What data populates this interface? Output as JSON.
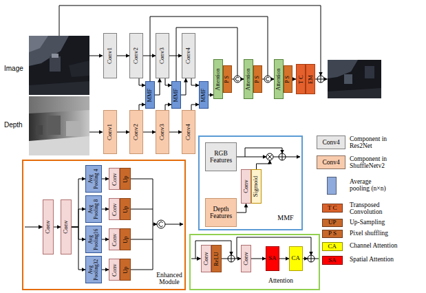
{
  "diagram": {
    "nodes": [
      {
        "text": [
          "Conv1"
        ]
      },
      {
        "text": [
          "Conv2"
        ]
      },
      {
        "text": [
          "Conv3"
        ]
      },
      {
        "text": [
          "Conv4"
        ]
      },
      {
        "text": [
          "Conv1"
        ]
      },
      {
        "text": [
          "Conv2"
        ]
      },
      {
        "text": [
          "Conv3"
        ]
      },
      {
        "text": [
          "Conv4"
        ]
      },
      {
        "text": [
          "MMF"
        ]
      },
      {
        "text": [
          "MMF"
        ]
      },
      {
        "text": [
          "MMF"
        ]
      },
      {
        "text": [
          "Attention"
        ]
      },
      {
        "text": [
          "P S"
        ]
      },
      {
        "text": [
          "Attention"
        ]
      },
      {
        "text": [
          "P S"
        ]
      },
      {
        "text": [
          "Attention"
        ]
      },
      {
        "text": [
          "P S"
        ]
      },
      {
        "text": [
          "T C"
        ]
      },
      {
        "text": [
          "EM"
        ]
      },
      {
        "text": [
          "Enhanced Module"
        ]
      },
      {
        "text": [
          "Conv"
        ],
        "in": 19
      },
      {
        "text": [
          "Conv"
        ],
        "in": 19
      },
      {
        "text": [
          "Avg Pooling 4"
        ],
        "in": 19
      },
      {
        "text": [
          "Conv"
        ],
        "in": 19
      },
      {
        "text": [
          "Up"
        ],
        "in": 19
      },
      {
        "text": [
          "Avg Pooling 8"
        ],
        "in": 19
      },
      {
        "text": [
          "Conv"
        ],
        "in": 19
      },
      {
        "text": [
          "Up"
        ],
        "in": 19
      },
      {
        "text": [
          "Avg Pooling16"
        ],
        "in": 19
      },
      {
        "text": [
          "Conv"
        ],
        "in": 19
      },
      {
        "text": [
          "Up"
        ],
        "in": 19
      },
      {
        "text": [
          "Avg Pooling32"
        ],
        "in": 19
      },
      {
        "text": [
          "Conv"
        ],
        "in": 19
      },
      {
        "text": [
          "Up"
        ],
        "in": 19
      },
      {
        "text": [
          "MMF"
        ]
      },
      {
        "text": [
          "RGB Features"
        ],
        "in": 34
      },
      {
        "text": [
          "Depth Features"
        ],
        "in": 34
      },
      {
        "text": [
          "Conv"
        ],
        "in": 34
      },
      {
        "text": [
          "Sigmoid"
        ],
        "in": 34
      },
      {
        "text": [
          "Attention"
        ]
      },
      {
        "text": [
          "Conv"
        ],
        "in": 39
      },
      {
        "text": [
          "ReLU"
        ],
        "in": 39
      },
      {
        "text": [
          "Conv"
        ],
        "in": 39
      },
      {
        "text": [
          "SA"
        ],
        "in": 39
      },
      {
        "text": [
          "CA"
        ],
        "in": 39
      }
    ],
    "edges": [
      {
        "from": 0,
        "to": 1,
        "arrow": "to"
      },
      {
        "from": 1,
        "to": 2,
        "arrow": "to"
      },
      {
        "from": 2,
        "to": 3,
        "arrow": "to"
      },
      {
        "from": 4,
        "to": 5,
        "arrow": "to"
      },
      {
        "from": 5,
        "to": 6,
        "arrow": "to"
      },
      {
        "from": 6,
        "to": 7,
        "arrow": "to"
      },
      {
        "from": 1,
        "to": 8,
        "arrow": "to"
      },
      {
        "from": 5,
        "to": 8,
        "arrow": "to"
      },
      {
        "from": 8,
        "to": 2,
        "arrow": "to"
      },
      {
        "from": 2,
        "to": 9,
        "arrow": "to"
      },
      {
        "from": 6,
        "to": 9,
        "arrow": "to"
      },
      {
        "from": 9,
        "to": 3,
        "arrow": "to"
      },
      {
        "from": 3,
        "to": 10,
        "arrow": "to"
      },
      {
        "from": 7,
        "to": 10,
        "arrow": "to"
      },
      {
        "from": 10,
        "to": 11,
        "arrow": "to"
      },
      {
        "from": 12,
        "to": 13,
        "arrow": "to"
      },
      {
        "from": 9,
        "to": 13,
        "arrow": "to"
      },
      {
        "from": 14,
        "to": 15,
        "arrow": "to"
      },
      {
        "from": 8,
        "to": 15,
        "arrow": "to"
      },
      {
        "from": 16,
        "to": 17,
        "arrow": "to"
      },
      {
        "from": 20,
        "to": 21,
        "arrow": "to"
      },
      {
        "from": 21,
        "to": 22,
        "arrow": "to"
      },
      {
        "from": 21,
        "to": 25,
        "arrow": "to"
      },
      {
        "from": 21,
        "to": 28,
        "arrow": "to"
      },
      {
        "from": 21,
        "to": 31,
        "arrow": "to"
      },
      {
        "from": 22,
        "to": 23,
        "arrow": "to"
      },
      {
        "from": 25,
        "to": 26,
        "arrow": "to"
      },
      {
        "from": 28,
        "to": 29,
        "arrow": "to"
      },
      {
        "from": 31,
        "to": 32,
        "arrow": "to"
      },
      {
        "from": 36,
        "to": 37,
        "arrow": "to"
      },
      {
        "from": 41,
        "to": 42,
        "arrow": "to"
      },
      {
        "from": 42,
        "to": 43,
        "arrow": "to"
      },
      {
        "from": 43,
        "to": 44,
        "arrow": "to"
      }
    ],
    "labels": [
      "Image",
      "Depth",
      "Conv4",
      "Conv4",
      "T C",
      "UP",
      "P S",
      "CA",
      "SA"
    ],
    "legend": [
      {
        "text": "Component in Res2Net",
        "color": "#e7e6e6"
      },
      {
        "text": "Component in ShuffleNetv2",
        "color": "#f8cbad"
      },
      {
        "text": "Average pooling (n×n)",
        "color": "#8faadc"
      },
      {
        "text": "Transposed Convolution",
        "color": "#d9622b"
      },
      {
        "text": "Up-Sampling",
        "color": "#c8692a"
      },
      {
        "text": "Pixel shuffling",
        "color": "#c8692a"
      },
      {
        "text": "Channel Attention",
        "color": "#ffff00"
      },
      {
        "text": "Spatial Attention",
        "color": "#ff0000"
      }
    ]
  }
}
